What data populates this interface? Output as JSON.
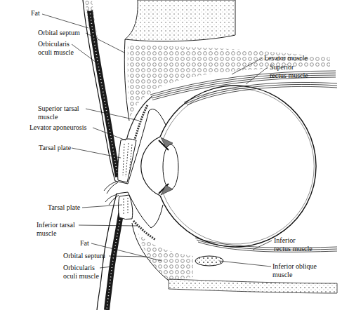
{
  "diagram": {
    "labels": [
      "Fat",
      "Orbital septum",
      "Orbicularis oculi muscle",
      "Levator muscle",
      "Superior rectus muscle",
      "Superior tarsal muscle",
      "Levator aponeurosis",
      "Tarsal plate",
      "Tarsal plate",
      "Inferior tarsal muscle",
      "Fat",
      "Inferior rectus muscle",
      "Orbital septum",
      "Inferior oblique muscle",
      "Orbicularis oculi muscle"
    ]
  }
}
